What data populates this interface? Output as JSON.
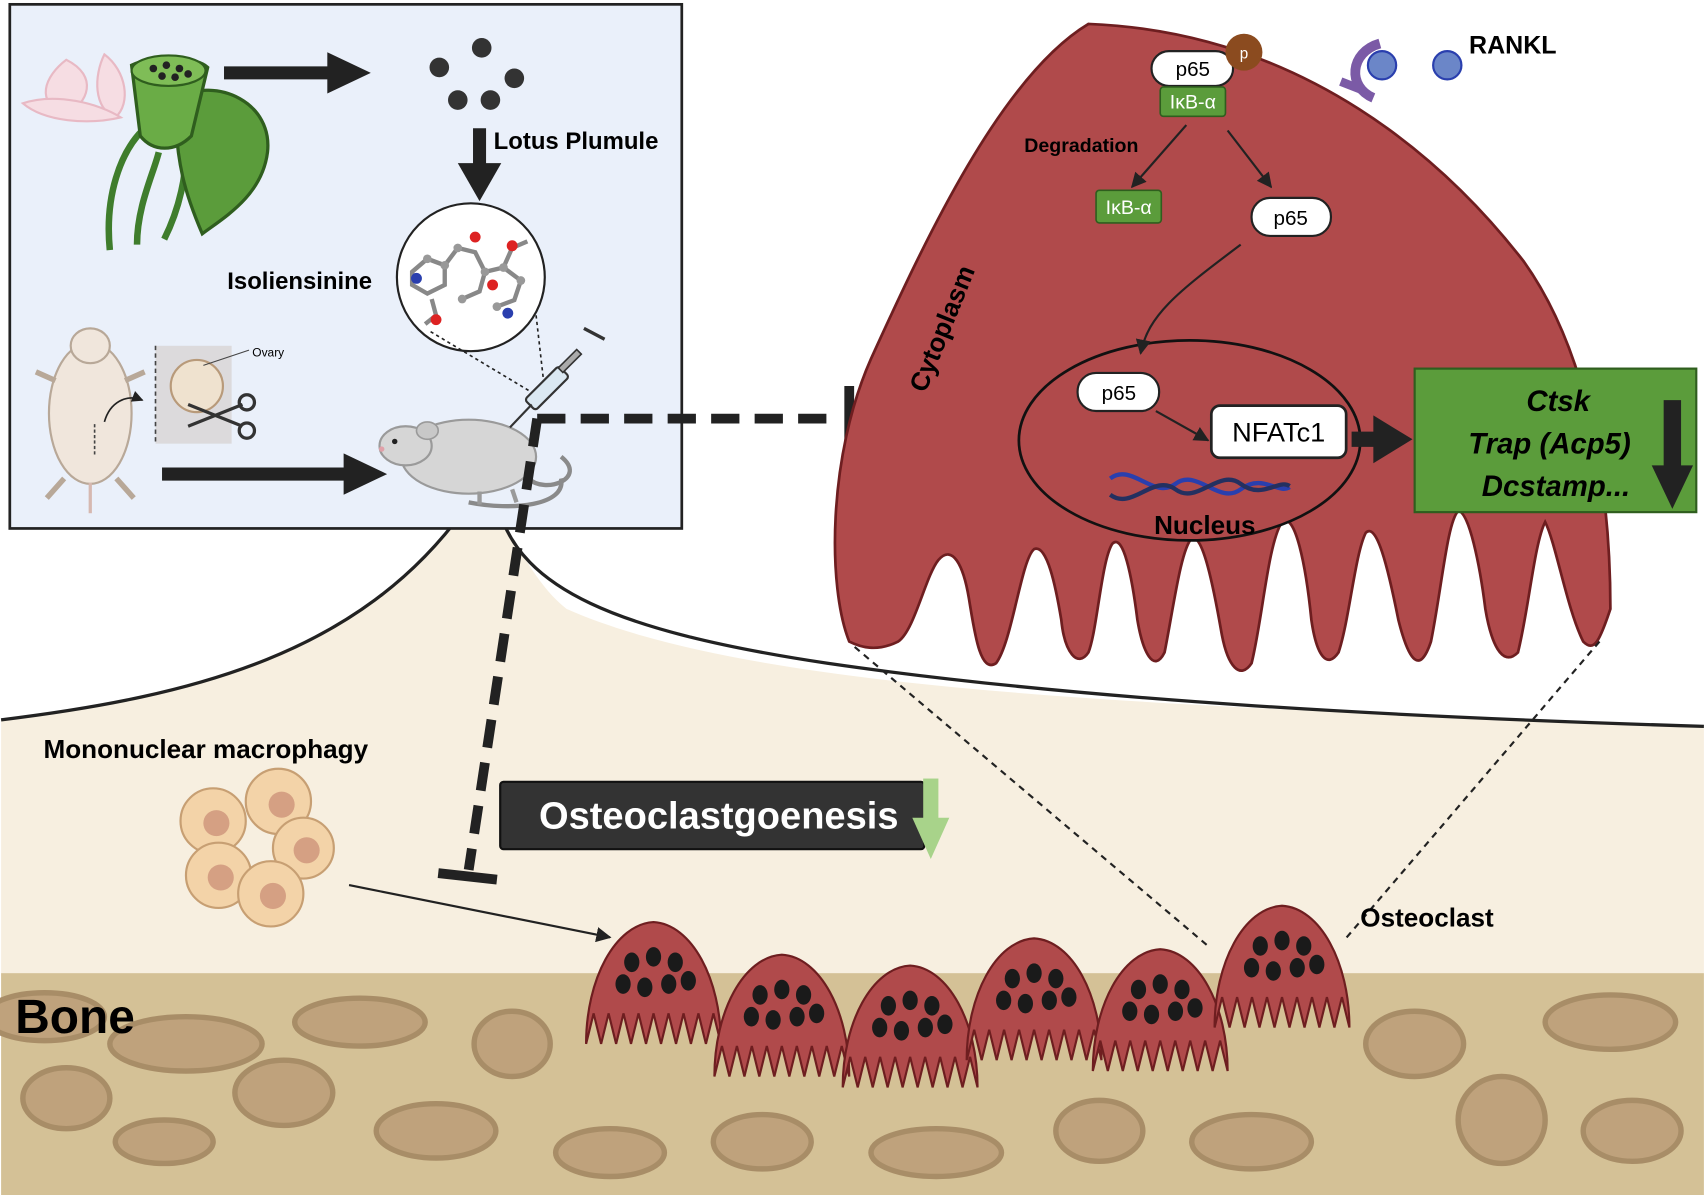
{
  "labels": {
    "lotus_plumule": "Lotus Plumule",
    "isoliensinine": "Isoliensinine",
    "ovary": "Ovary",
    "rankl": "RANKL",
    "p65_phospho": "p65",
    "p_badge": "p",
    "ikba_top": "IκB-α",
    "degradation": "Degradation",
    "ikba_degraded": "IκB-α",
    "p65_free": "p65",
    "cytoplasm": "Cytoplasm",
    "p65_nuclear": "p65",
    "nfatc1": "NFATc1",
    "nucleus": "Nucleus",
    "genes": [
      "Ctsk",
      "Trap  (Acp5)",
      "Dcstamp..."
    ],
    "mononuclear": "Mononuclear macrophagy",
    "osteoclastogenesis": "Osteoclastgoenesis",
    "osteoclast": "Osteoclast",
    "bone": "Bone"
  },
  "colors": {
    "cell_red": "#b04a4b",
    "cell_stroke": "#6e1e20",
    "green_box": "#5b9c3b",
    "bone_fill": "#d4c196",
    "tissue_fill": "#f7efe0",
    "inset_bg": "#eaf0fa"
  },
  "icons": [
    "lotus-flower-icon",
    "lotus-seedpod-icon",
    "seed-icon",
    "molecule-icon",
    "mouse-icon",
    "surgery-mouse-icon",
    "scissors-icon",
    "syringe-icon",
    "receptor-icon",
    "ligand-icon",
    "dna-icon",
    "macrophage-icon",
    "osteoclast-icon"
  ]
}
